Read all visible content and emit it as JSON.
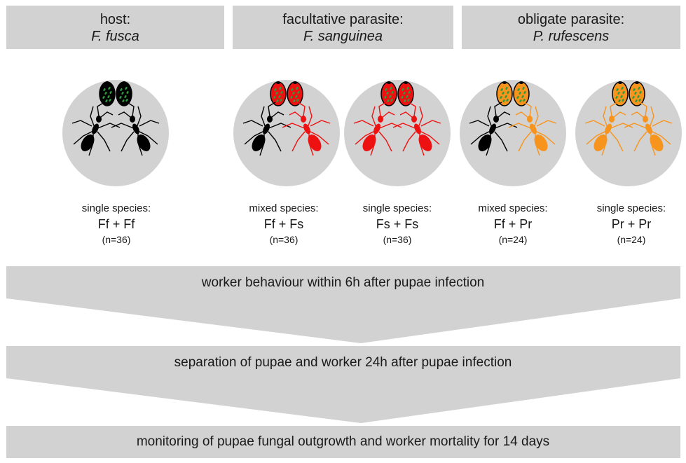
{
  "headers": [
    {
      "line1": "host:",
      "line2": "F. fusca"
    },
    {
      "line1": "facultative parasite:",
      "line2": "F. sanguinea"
    },
    {
      "line1": "obligate parasite:",
      "line2": "P. rufescens"
    }
  ],
  "colors": {
    "host": "#000000",
    "facultative": "#ee1111",
    "obligate": "#f7941d",
    "spores": "#2e9a3e",
    "panel": "#d2d2d2"
  },
  "groups": [
    {
      "label": "single species:",
      "pair": "Ff + Ff",
      "n": "(n=36)",
      "pupae": "host",
      "ants": [
        "host",
        "host"
      ]
    },
    {
      "label": "mixed species:",
      "pair": "Ff + Fs",
      "n": "(n=36)",
      "pupae": "facultative",
      "ants": [
        "host",
        "facultative"
      ]
    },
    {
      "label": "single species:",
      "pair": "Fs + Fs",
      "n": "(n=36)",
      "pupae": "facultative",
      "ants": [
        "facultative",
        "facultative"
      ]
    },
    {
      "label": "mixed species:",
      "pair": "Ff + Pr",
      "n": "(n=24)",
      "pupae": "obligate",
      "ants": [
        "host",
        "obligate"
      ]
    },
    {
      "label": "single species:",
      "pair": "Pr + Pr",
      "n": "(n=24)",
      "pupae": "obligate",
      "ants": [
        "obligate",
        "obligate"
      ]
    }
  ],
  "stages": [
    "worker behaviour within 6h after pupae infection",
    "separation of pupae and worker 24h after pupae infection",
    "monitoring of pupae fungal outgrowth and worker mortality for 14 days"
  ]
}
